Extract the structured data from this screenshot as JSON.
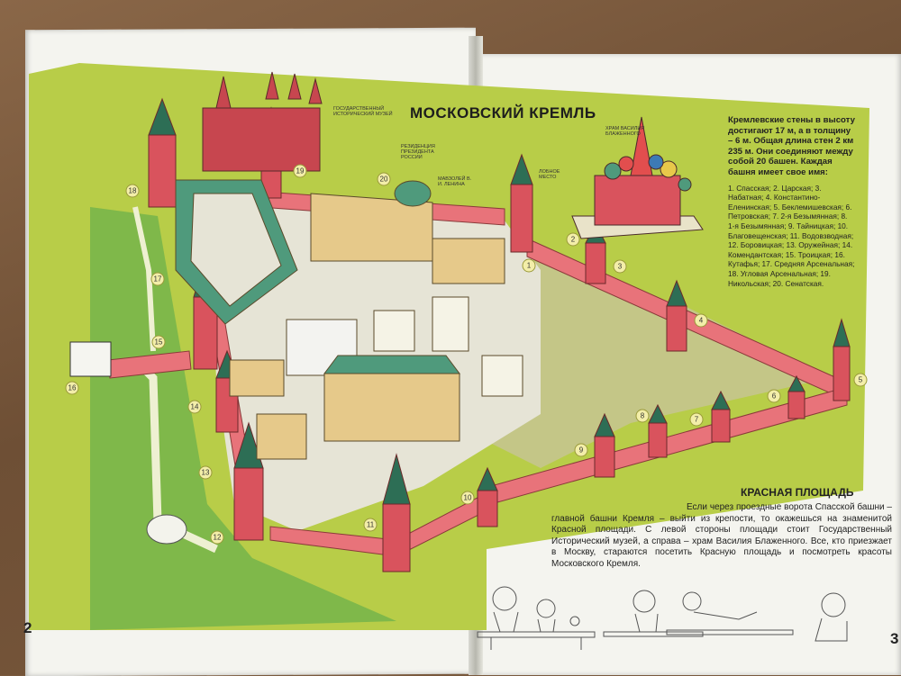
{
  "map": {
    "title": "МОСКОВСКИЙ КРЕМЛЬ",
    "labels": {
      "museum": "Государственный исторический музей",
      "residence": "Резиденция Президента России",
      "mausoleum": "Мавзолей В. И. Ленина",
      "lobnoe": "Лобное место",
      "cathedral": "Храм Василия Блаженного"
    },
    "markers": [
      "1",
      "2",
      "3",
      "4",
      "5",
      "6",
      "7",
      "8",
      "9",
      "10",
      "11",
      "12",
      "13",
      "14",
      "15",
      "16",
      "17",
      "18",
      "19",
      "20"
    ]
  },
  "info": {
    "intro": "Кремлевские стены в высоту достигают 17 м, а в толщину – 6 м. Общая длина стен 2 км 235 м. Они соединяют между собой 20 башен. Каждая башня имеет свое имя:",
    "towers": "1. Спасская; 2. Царская; 3. Набатная; 4. Константино-Еленинская; 5. Беклемишевская; 6. Петровская; 7. 2-я Безымянная; 8. 1-я Безымянная; 9. Тайницкая; 10. Благовещенская; 11. Водовзводная; 12. Боровицкая; 13. Оружейная; 14. Комендантская; 15. Троицкая; 16. Кутафья; 17. Средняя Арсенальная; 18. Угловая Арсенальная; 19. Никольская; 20. Сенатская."
  },
  "square": {
    "title": "КРАСНАЯ ПЛОЩАДЬ",
    "text": "Если через проездные ворота Спасской башни – главной башни Кремля – выйти из крепости, то окажешься на знаменитой Красной площади. С левой стороны площади стоит Государственный Исторический музей, а справа – храм Василия Блаженного. Все, кто приезжает в Москву, стараются посетить Красную площадь и посмотреть красоты Московского Кремля."
  },
  "pages": {
    "left": "2",
    "right": "3"
  },
  "colors": {
    "grass": "#b9cf4a",
    "wall": "#e8737a",
    "roof": "#4f9a7c",
    "stone": "#e9e3c9"
  }
}
